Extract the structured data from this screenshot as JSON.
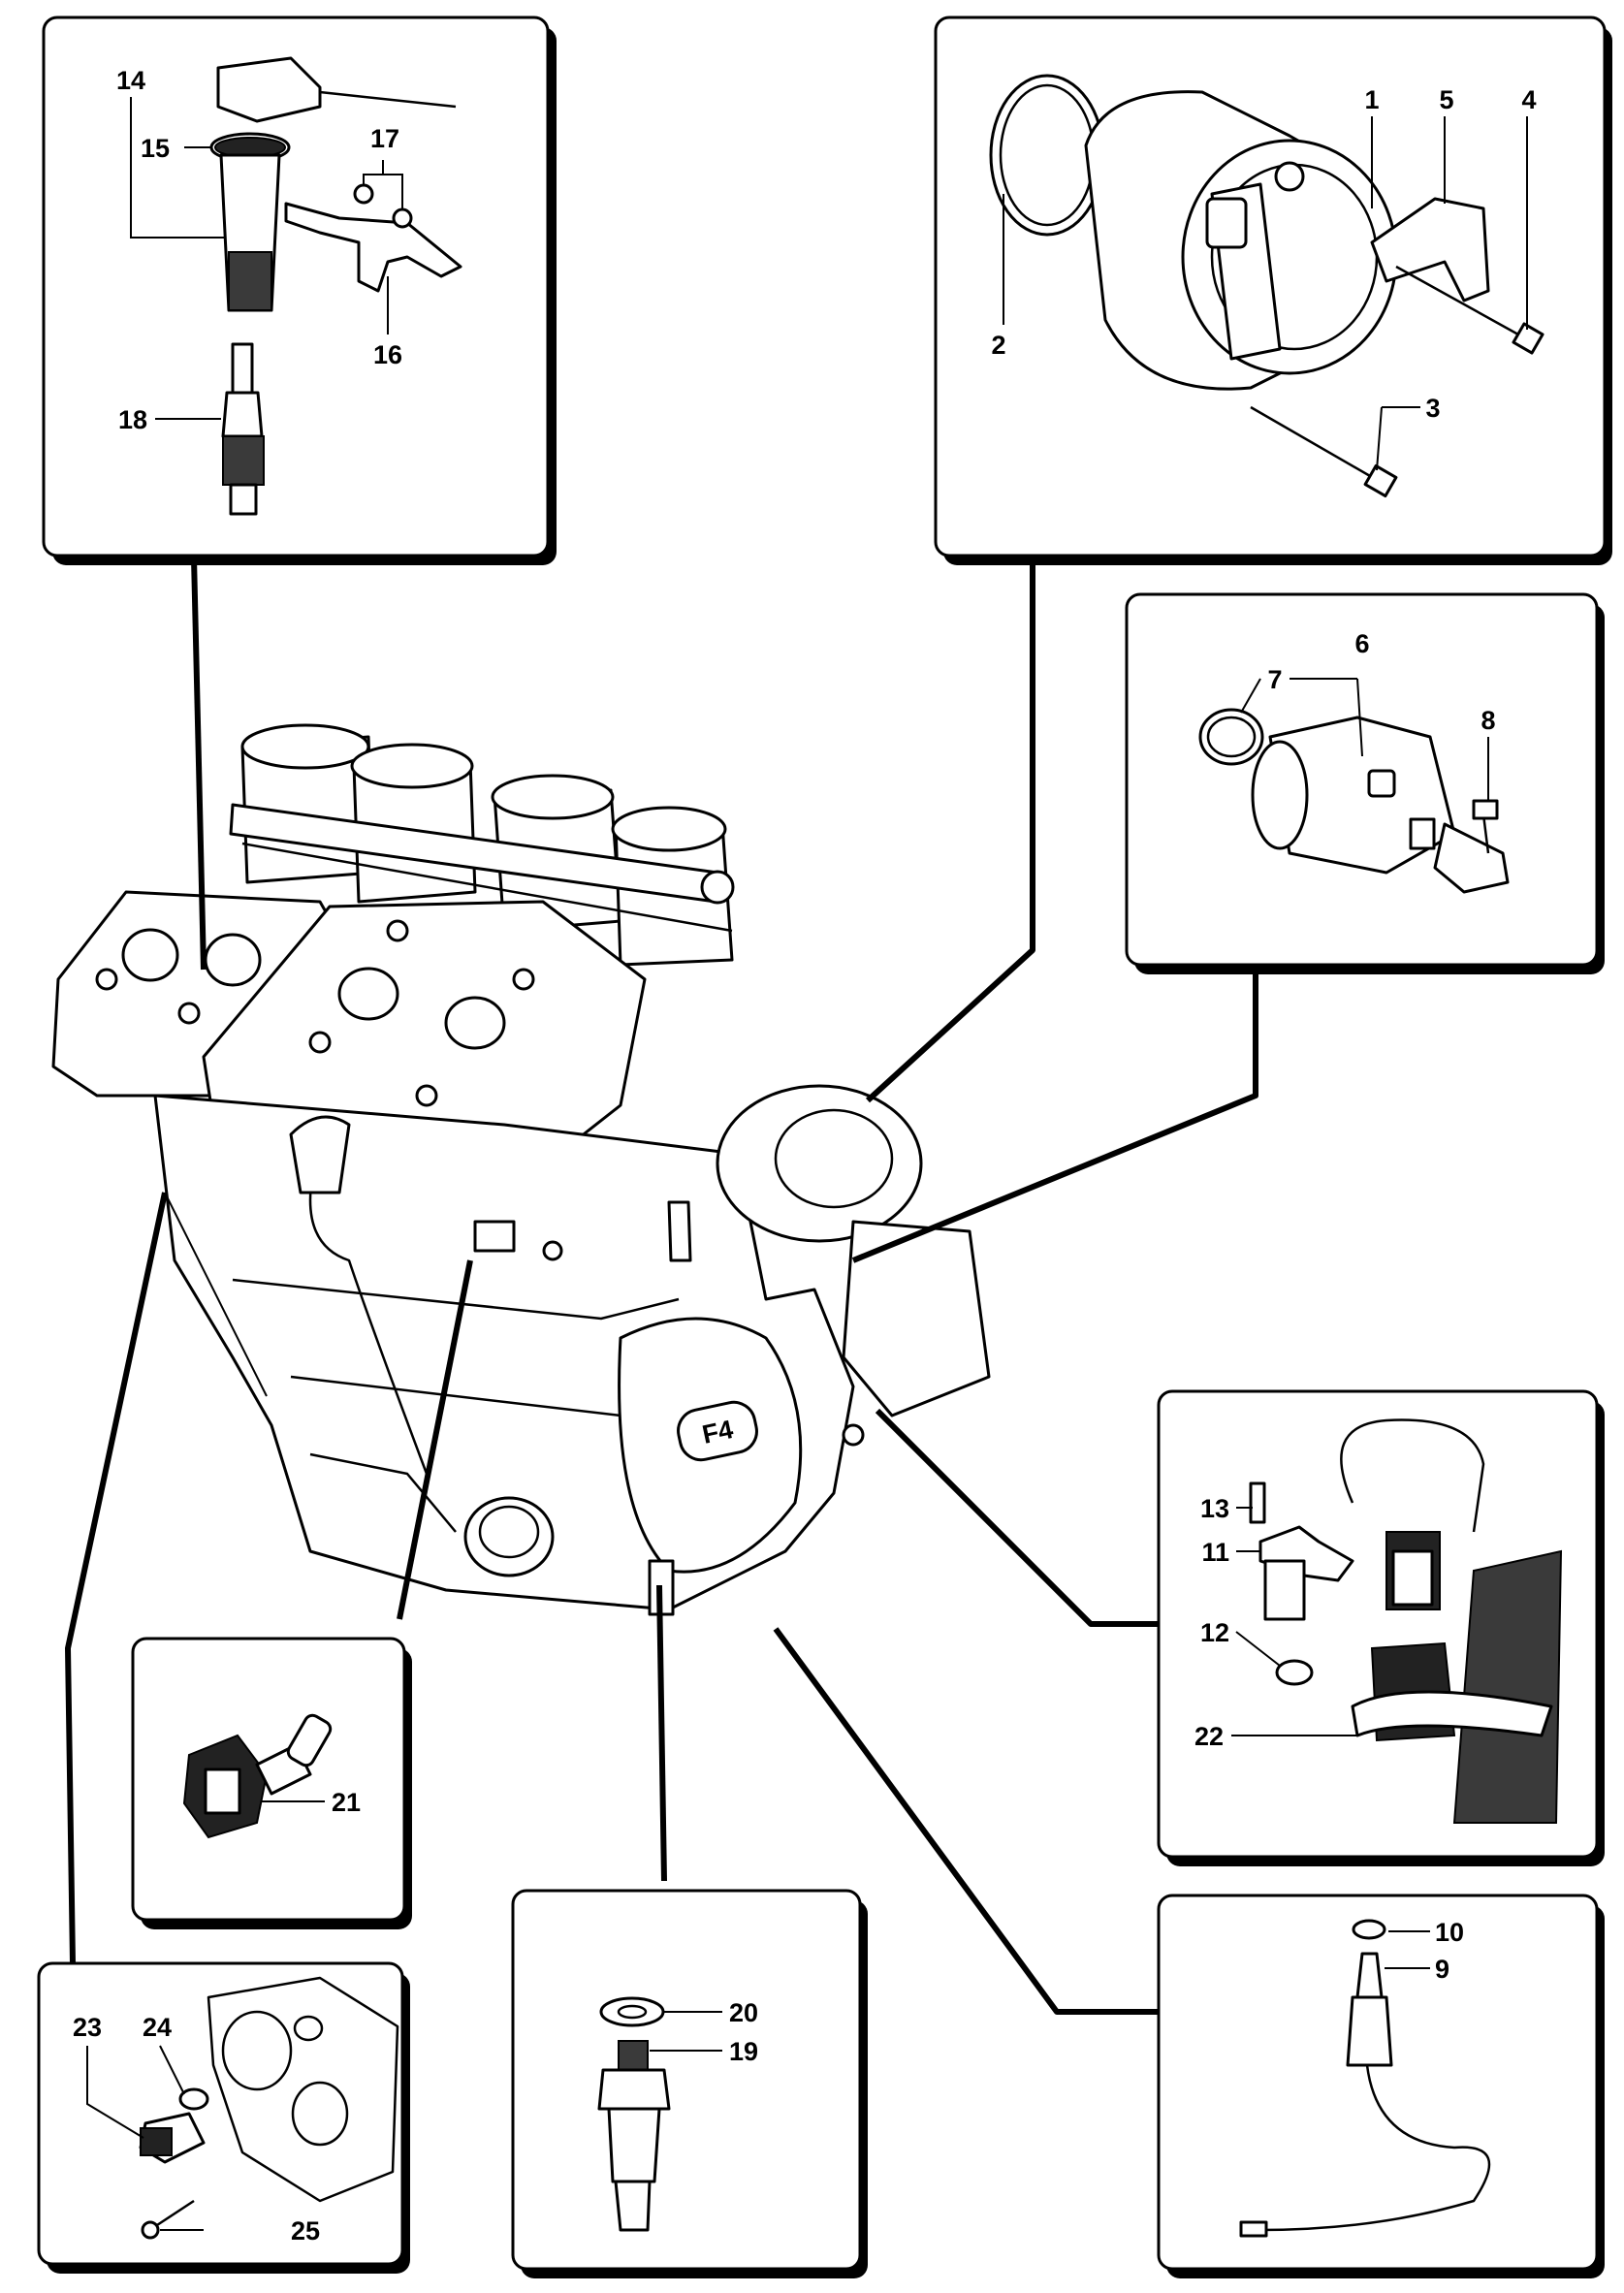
{
  "labels": {
    "p1": "1",
    "p2": "2",
    "p3": "3",
    "p4": "4",
    "p5": "5",
    "p6": "6",
    "p7": "7",
    "p8": "8",
    "p9": "9",
    "p10": "10",
    "p11": "11",
    "p12": "12",
    "p13": "13",
    "p14": "14",
    "p15": "15",
    "p16": "16",
    "p17": "17",
    "p18": "18",
    "p19": "19",
    "p20": "20",
    "p21": "21",
    "p22": "22",
    "p23": "23",
    "p24": "24",
    "p25": "25"
  },
  "engine_badge": "F4",
  "colors": {
    "ink": "#000000",
    "paper": "#ffffff",
    "hatch": "#3a3a3a"
  }
}
